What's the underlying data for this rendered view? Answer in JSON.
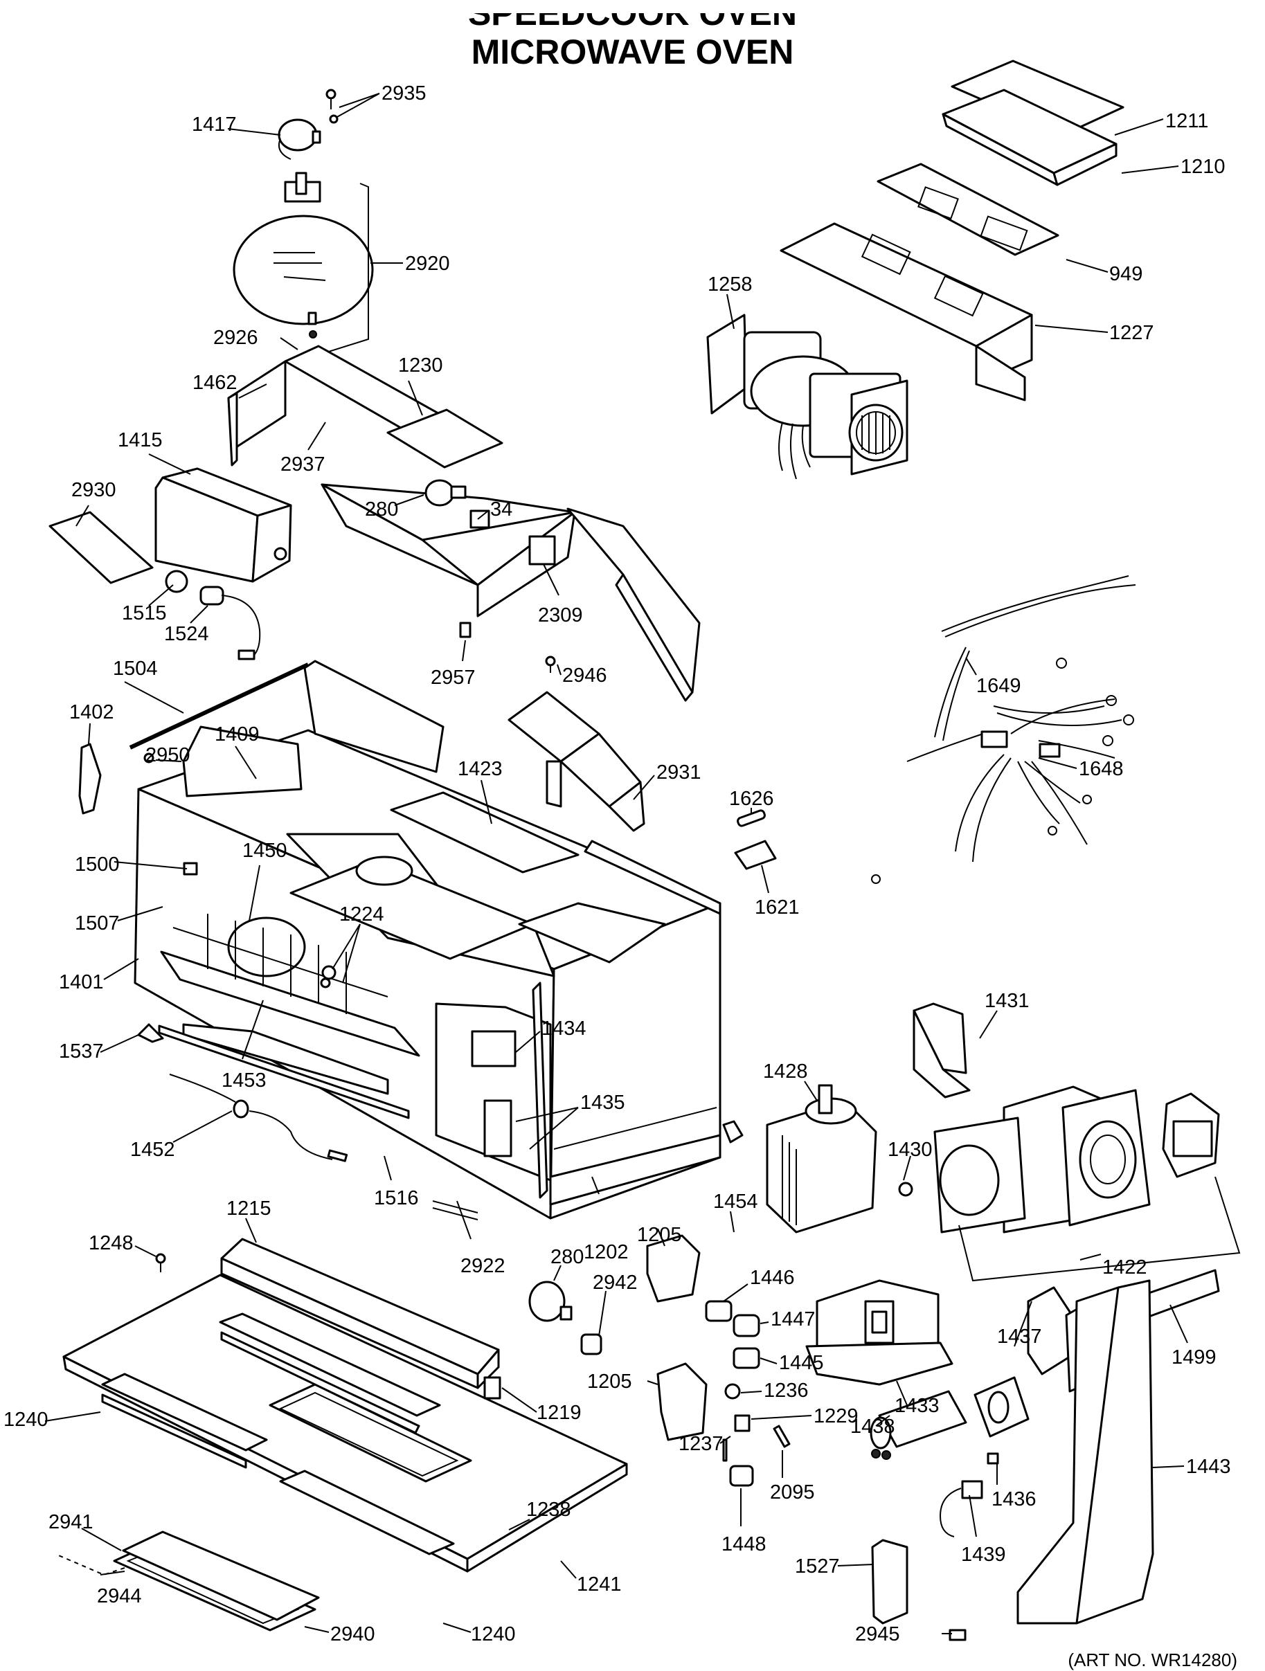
{
  "title": {
    "line1": "SPEEDCOOK OVEN",
    "line2": "MICROWAVE OVEN"
  },
  "footer_note": "(ART NO. WR14280)",
  "parts": {
    "p2935": "2935",
    "p1417": "1417",
    "p2920": "2920",
    "p2926": "2926",
    "p1211": "1211",
    "p1210": "1210",
    "p949": "949",
    "p1227": "1227",
    "p1258": "1258",
    "p1230": "1230",
    "p1462": "1462",
    "p1415": "1415",
    "p2937": "2937",
    "p280a": "280",
    "p34": "34",
    "p2930": "2930",
    "p2309": "2309",
    "p1515": "1515",
    "p1524": "1524",
    "p2957": "2957",
    "p2946": "2946",
    "p1504": "1504",
    "p1649": "1649",
    "p1402": "1402",
    "p2950": "2950",
    "p1409": "1409",
    "p1423": "1423",
    "p2931": "2931",
    "p1648": "1648",
    "p1626": "1626",
    "p1621": "1621",
    "p1500": "1500",
    "p1450": "1450",
    "p1507": "1507",
    "p1224": "1224",
    "p1401": "1401",
    "p1434": "1434",
    "p1431": "1431",
    "p1428": "1428",
    "p1537": "1537",
    "p1453": "1453",
    "p1435": "1435",
    "p1430": "1430",
    "p1452": "1452",
    "p1516": "1516",
    "p1454": "1454",
    "p1422": "1422",
    "p1215": "1215",
    "p1202": "1202",
    "p1205a": "1205",
    "p1248": "1248",
    "p2922": "2922",
    "p280b": "280",
    "p2942": "2942",
    "p1446": "1446",
    "p1447": "1447",
    "p1499": "1499",
    "p1437": "1437",
    "p1445": "1445",
    "p1205b": "1205",
    "p1236": "1236",
    "p1219": "1219",
    "p1229": "1229",
    "p1433": "1433",
    "p1240a": "1240",
    "p1237": "1237",
    "p1438": "1438",
    "p1443": "1443",
    "p2095": "2095",
    "p1436": "1436",
    "p2941": "2941",
    "p1238": "1238",
    "p1448": "1448",
    "p1439": "1439",
    "p1527": "1527",
    "p1241": "1241",
    "p2944": "2944",
    "p2945": "2945",
    "p2940": "2940",
    "p1240b": "1240"
  }
}
